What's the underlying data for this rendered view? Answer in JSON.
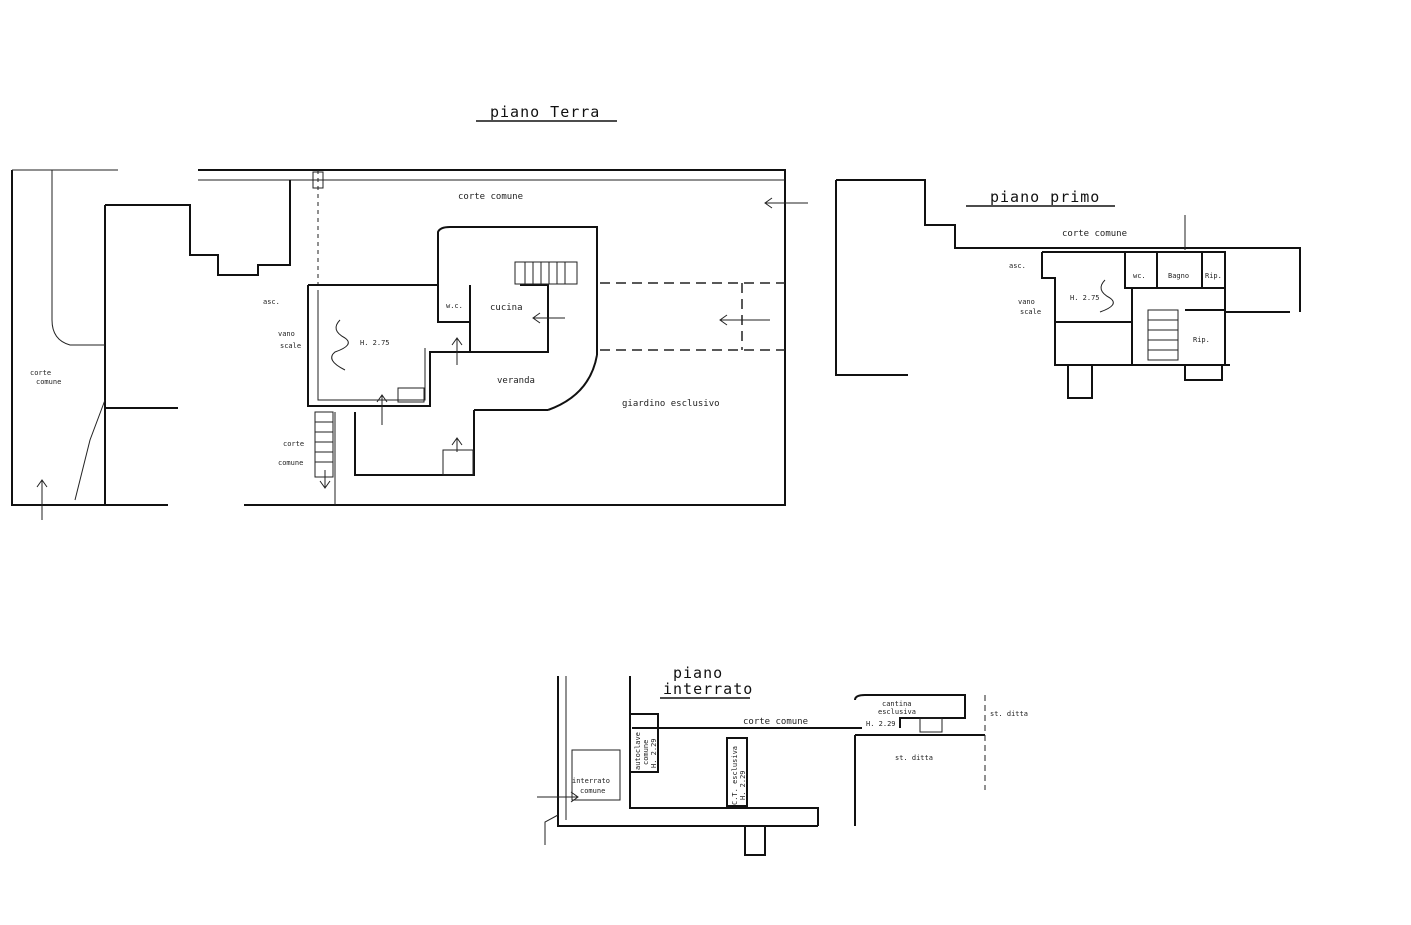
{
  "ground_floor": {
    "title": "piano Terra",
    "labels": {
      "corte_comune_top": "corte comune",
      "corte_comune_left": [
        "corte",
        "comune"
      ],
      "asc": "asc.",
      "vano_scale": [
        "vano",
        "scale"
      ],
      "wc": "w.c.",
      "cucina": "cucina",
      "height": "H. 2.75",
      "veranda": "veranda",
      "giardino": "giardino esclusivo",
      "corte_comune_bottom": [
        "corte",
        "comune"
      ]
    }
  },
  "first_floor": {
    "title": "piano primo",
    "labels": {
      "corte_comune": "corte comune",
      "asc": "asc.",
      "vano_scale": [
        "vano",
        "scale"
      ],
      "height": "H. 2.75",
      "wc": "wc.",
      "bagno": "Bagno",
      "rip1": "Rip.",
      "rip2": "Rip."
    }
  },
  "basement": {
    "title": [
      "piano",
      "interrato"
    ],
    "labels": {
      "corte_comune": "corte comune",
      "interrato_comune": [
        "interrato",
        "comune"
      ],
      "autoclave": [
        "autoclave",
        "comune",
        "H. 2.29"
      ],
      "cantina_esclusiva_mid": [
        "C.T. esclusiva",
        "H. 2.29"
      ],
      "cantina_esclusiva": [
        "cantina",
        "esclusiva"
      ],
      "height": "H. 2.29",
      "st_ditta_1": "st. ditta",
      "st_ditta_2": "st. ditta"
    }
  }
}
